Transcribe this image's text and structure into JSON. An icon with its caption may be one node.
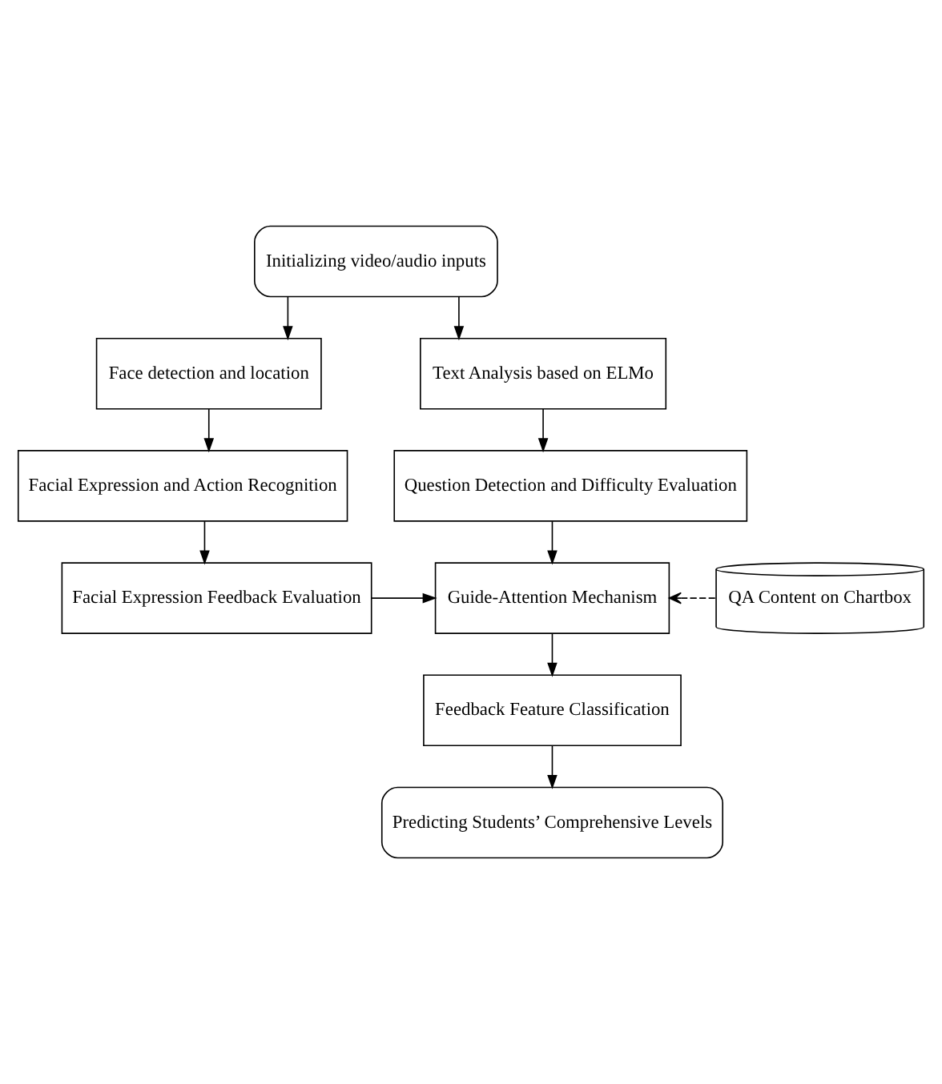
{
  "diagram": {
    "nodes": [
      {
        "text": [
          "Initializing video/audio inputs"
        ]
      },
      {
        "text": [
          "Face detection and location"
        ]
      },
      {
        "text": [
          "Text Analysis based on ELMo"
        ]
      },
      {
        "text": [
          "Facial Expression and Action Recognition"
        ]
      },
      {
        "text": [
          "Question Detection and Difficulty Evaluation"
        ]
      },
      {
        "text": [
          "Facial Expression Feedback Evaluation"
        ]
      },
      {
        "text": [
          "Guide-Attention Mechanism"
        ]
      },
      {
        "text": [
          "QA Content on Chartbox"
        ]
      },
      {
        "text": [
          "Feedback Feature Classification"
        ]
      },
      {
        "text": [
          "Predicting Students’ Comprehensive Levels"
        ]
      }
    ],
    "edges": [
      {
        "from": 0,
        "to": 1,
        "arrow": "to"
      },
      {
        "from": 0,
        "to": 2,
        "arrow": "to"
      },
      {
        "from": 1,
        "to": 3,
        "arrow": "to"
      },
      {
        "from": 2,
        "to": 4,
        "arrow": "to"
      },
      {
        "from": 3,
        "to": 5,
        "arrow": "to"
      },
      {
        "from": 4,
        "to": 6,
        "arrow": "to"
      },
      {
        "from": 5,
        "to": 6,
        "arrow": "to"
      },
      {
        "from": 7,
        "to": 6,
        "arrow": "to",
        "style": "dashed"
      },
      {
        "from": 6,
        "to": 8,
        "arrow": "to"
      },
      {
        "from": 8,
        "to": 9,
        "arrow": "to"
      }
    ]
  }
}
